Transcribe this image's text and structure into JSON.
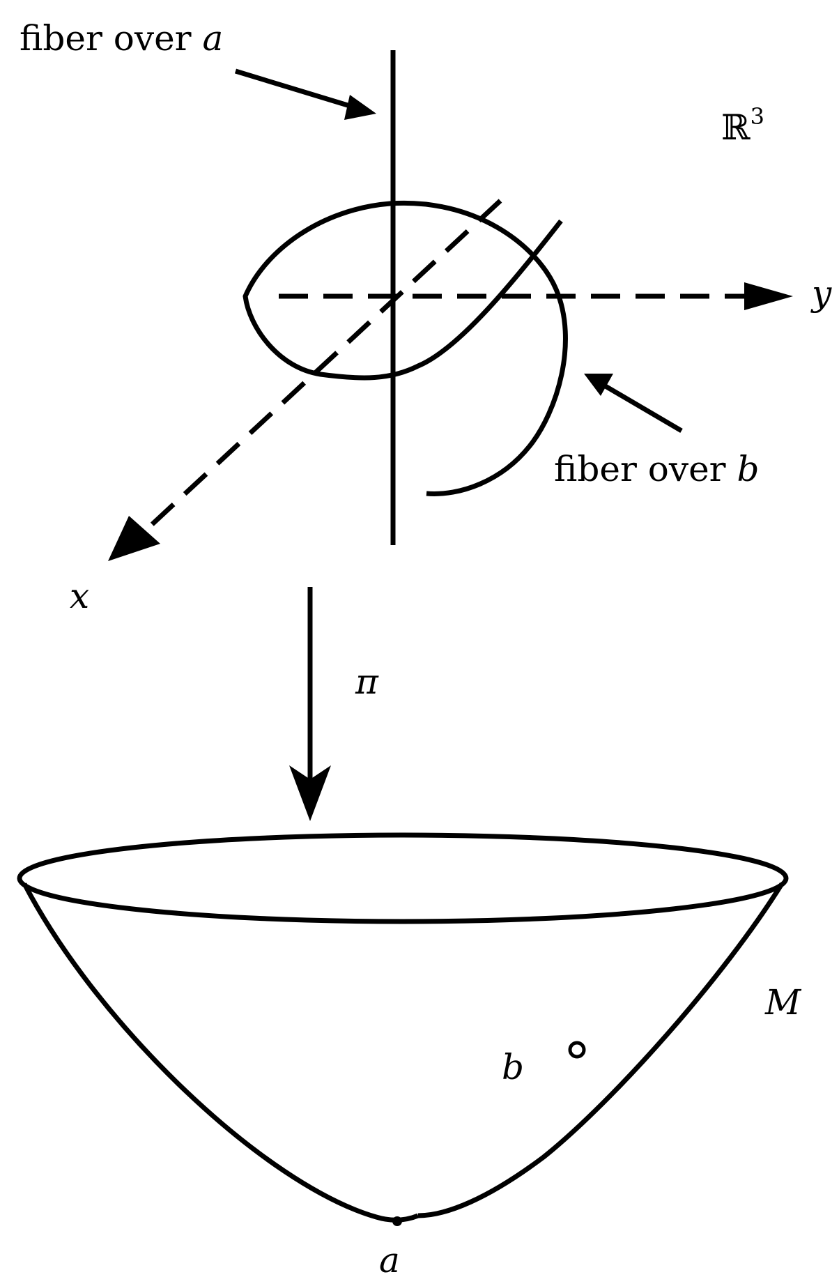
{
  "labels": {
    "fiber_a_prefix": "fiber over ",
    "fiber_a_var": "a",
    "fiber_b_prefix": "fiber over ",
    "fiber_b_var": "b",
    "space_symbol": "ℝ",
    "space_exponent": "3",
    "axis_x": "x",
    "axis_y": "y",
    "projection": "π",
    "manifold": "M",
    "point_a": "a",
    "point_b": "b"
  },
  "colors": {
    "ink": "#000000",
    "background": "#ffffff"
  }
}
